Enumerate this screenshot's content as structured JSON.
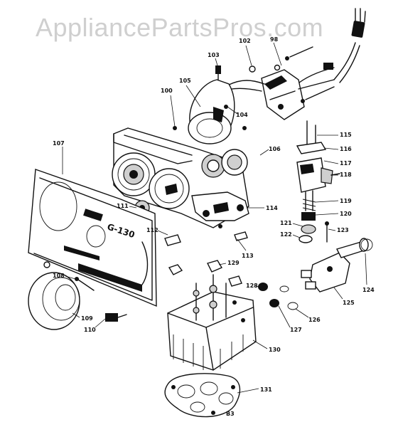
{
  "watermark": "AppliancePartsPros.com",
  "panel_brand": "G-130",
  "page_marker": "B3",
  "callouts": [
    {
      "id": "c98",
      "label": "98"
    },
    {
      "id": "c102",
      "label": "102"
    },
    {
      "id": "c103",
      "label": "103"
    },
    {
      "id": "c100",
      "label": "100"
    },
    {
      "id": "c105",
      "label": "105"
    },
    {
      "id": "c104",
      "label": "104"
    },
    {
      "id": "c106",
      "label": "106"
    },
    {
      "id": "c107",
      "label": "107"
    },
    {
      "id": "c115",
      "label": "115"
    },
    {
      "id": "c116",
      "label": "116"
    },
    {
      "id": "c117",
      "label": "117"
    },
    {
      "id": "c118",
      "label": "118"
    },
    {
      "id": "c119",
      "label": "119"
    },
    {
      "id": "c120",
      "label": "120"
    },
    {
      "id": "c114",
      "label": "114"
    },
    {
      "id": "c111",
      "label": "111"
    },
    {
      "id": "c112",
      "label": "112"
    },
    {
      "id": "c113",
      "label": "113"
    },
    {
      "id": "c121",
      "label": "121"
    },
    {
      "id": "c122",
      "label": "122"
    },
    {
      "id": "c123",
      "label": "123"
    },
    {
      "id": "c124",
      "label": "124"
    },
    {
      "id": "c125",
      "label": "125"
    },
    {
      "id": "c126",
      "label": "126"
    },
    {
      "id": "c127",
      "label": "127"
    },
    {
      "id": "c128",
      "label": "128"
    },
    {
      "id": "c129",
      "label": "129"
    },
    {
      "id": "c108",
      "label": "108"
    },
    {
      "id": "c109",
      "label": "109"
    },
    {
      "id": "c110",
      "label": "110"
    },
    {
      "id": "c130",
      "label": "130"
    },
    {
      "id": "c131",
      "label": "131"
    }
  ]
}
